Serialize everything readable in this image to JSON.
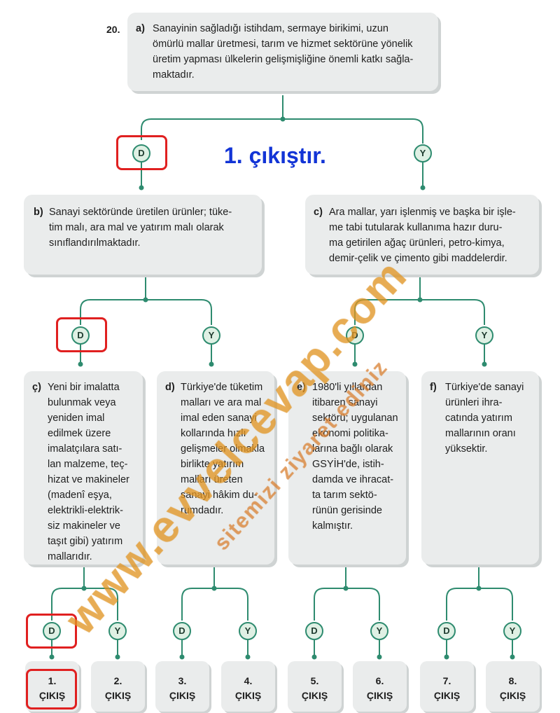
{
  "question_number": "20.",
  "answer_note": "1. çıkıştır.",
  "watermark_main": "www.evvelcevap.com",
  "watermark_sub": "sitemizi ziyaret ediniz",
  "colors": {
    "line": "#2e8b6f",
    "node_fill": "#dff0e4",
    "box": "#eaecec",
    "highlight": "#e02020",
    "answer": "#1234d6"
  },
  "boxes": {
    "a": {
      "label": "a)",
      "lines": [
        "Sanayinin sağladığı istihdam, sermaye birikimi, uzun",
        "ömürlü mallar üretmesi, tarım ve hizmet sektörüne yönelik",
        "üretim yapması ülkelerin gelişmişliğine önemli katkı sağla-",
        "maktadır."
      ]
    },
    "b": {
      "label": "b)",
      "lines": [
        "Sanayi sektöründe üretilen ürünler; tüke-",
        "tim malı, ara mal ve yatırım malı olarak",
        "sınıflandırılmaktadır."
      ]
    },
    "c": {
      "label": "c)",
      "lines": [
        "Ara mallar, yarı işlenmiş ve başka bir işle-",
        "me tabi tutularak kullanıma hazır duru-",
        "ma getirilen ağaç ürünleri, petro-kimya,",
        "demir-çelik ve çimento gibi maddelerdir."
      ]
    },
    "cc": {
      "label": "ç)",
      "lines": [
        "Yeni bir imalatta",
        "bulunmak veya",
        "yeniden imal",
        "edilmek üzere",
        "imalatçılara satı-",
        "lan malzeme, teç-",
        "hizat ve makineler",
        "(madenî eşya,",
        "elektrikli-elektrik-",
        "siz makineler ve",
        "taşıt gibi) yatırım",
        "mallarıdır."
      ]
    },
    "d": {
      "label": "d)",
      "lines": [
        "Türkiye'de tüketim",
        "malları ve ara mal",
        "imal eden sanayi",
        "kollarında hızlı",
        "gelişmeler olmakla",
        "birlikte yatırım",
        "malları üreten",
        "sanayi hâkim du-",
        "rumdadır."
      ]
    },
    "e": {
      "label": "e)",
      "lines": [
        "1980'li yıllardan",
        "itibaren sanayi",
        "sektörü; uygulanan",
        "ekonomi politika-",
        "larına bağlı olarak",
        "GSYİH'de, istih-",
        "damda ve ihracat-",
        "ta tarım sektö-",
        "rünün gerisinde",
        "kalmıştır."
      ]
    },
    "f": {
      "label": "f)",
      "lines": [
        "Türkiye'de sanayi",
        "ürünleri ihra-",
        "catında yatırım",
        "mallarının oranı",
        "yüksektir."
      ]
    }
  },
  "nodes": {
    "yes": "D",
    "no": "Y"
  },
  "outputs": [
    {
      "num": "1.",
      "label": "ÇIKIŞ"
    },
    {
      "num": "2.",
      "label": "ÇIKIŞ"
    },
    {
      "num": "3.",
      "label": "ÇIKIŞ"
    },
    {
      "num": "4.",
      "label": "ÇIKIŞ"
    },
    {
      "num": "5.",
      "label": "ÇIKIŞ"
    },
    {
      "num": "6.",
      "label": "ÇIKIŞ"
    },
    {
      "num": "7.",
      "label": "ÇIKIŞ"
    },
    {
      "num": "8.",
      "label": "ÇIKIŞ"
    }
  ]
}
